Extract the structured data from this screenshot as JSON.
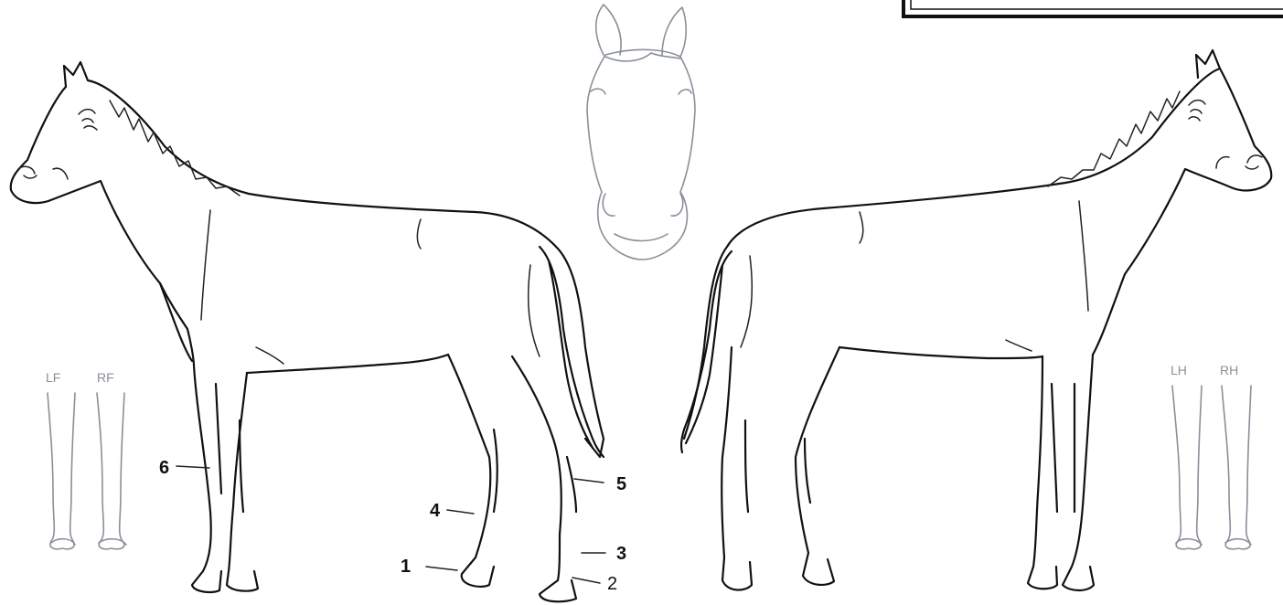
{
  "legs_front": {
    "left_label": "LF",
    "right_label": "RF"
  },
  "legs_hind": {
    "left_label": "LH",
    "right_label": "RH"
  },
  "callouts": [
    {
      "id": "6",
      "text": "6",
      "bold": true
    },
    {
      "id": "4",
      "text": "4",
      "bold": true
    },
    {
      "id": "1",
      "text": "1",
      "bold": true
    },
    {
      "id": "5",
      "text": "5",
      "bold": true
    },
    {
      "id": "3",
      "text": "3",
      "bold": true
    },
    {
      "id": "2",
      "text": "2",
      "bold": false
    }
  ]
}
